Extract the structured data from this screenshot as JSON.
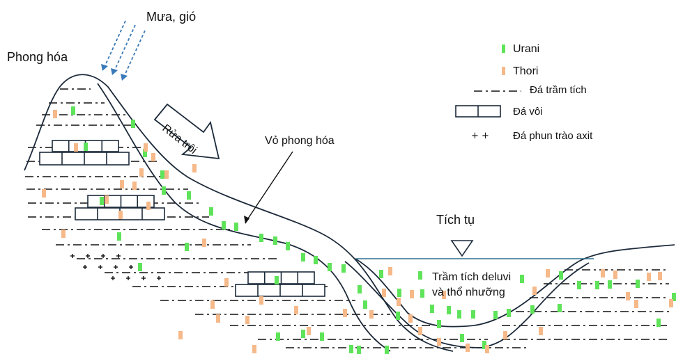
{
  "labels": {
    "rain_wind": "Mưa, gió",
    "weathering": "Phong hóa",
    "leaching": "Rửa trôi",
    "weathering_crust": "Vỏ phong hóa",
    "accumulation": "Tích tụ",
    "deposit_line1": "Trầm tích deluvi",
    "deposit_line2": "và thổ nhưỡng"
  },
  "legend": {
    "uranium": "Urani",
    "thorium": "Thori",
    "sedimentary_rock": "Đá trầm tích",
    "limestone": "Đá vôi",
    "acid_volcanic_rock": "Đá phun trào axit"
  },
  "colors": {
    "uranium": "#5fe35a",
    "thorium": "#f6b98a",
    "water": "#2d6f8f",
    "outline": "#1c2a3a",
    "rain_arrow": "#3a7ab8"
  }
}
